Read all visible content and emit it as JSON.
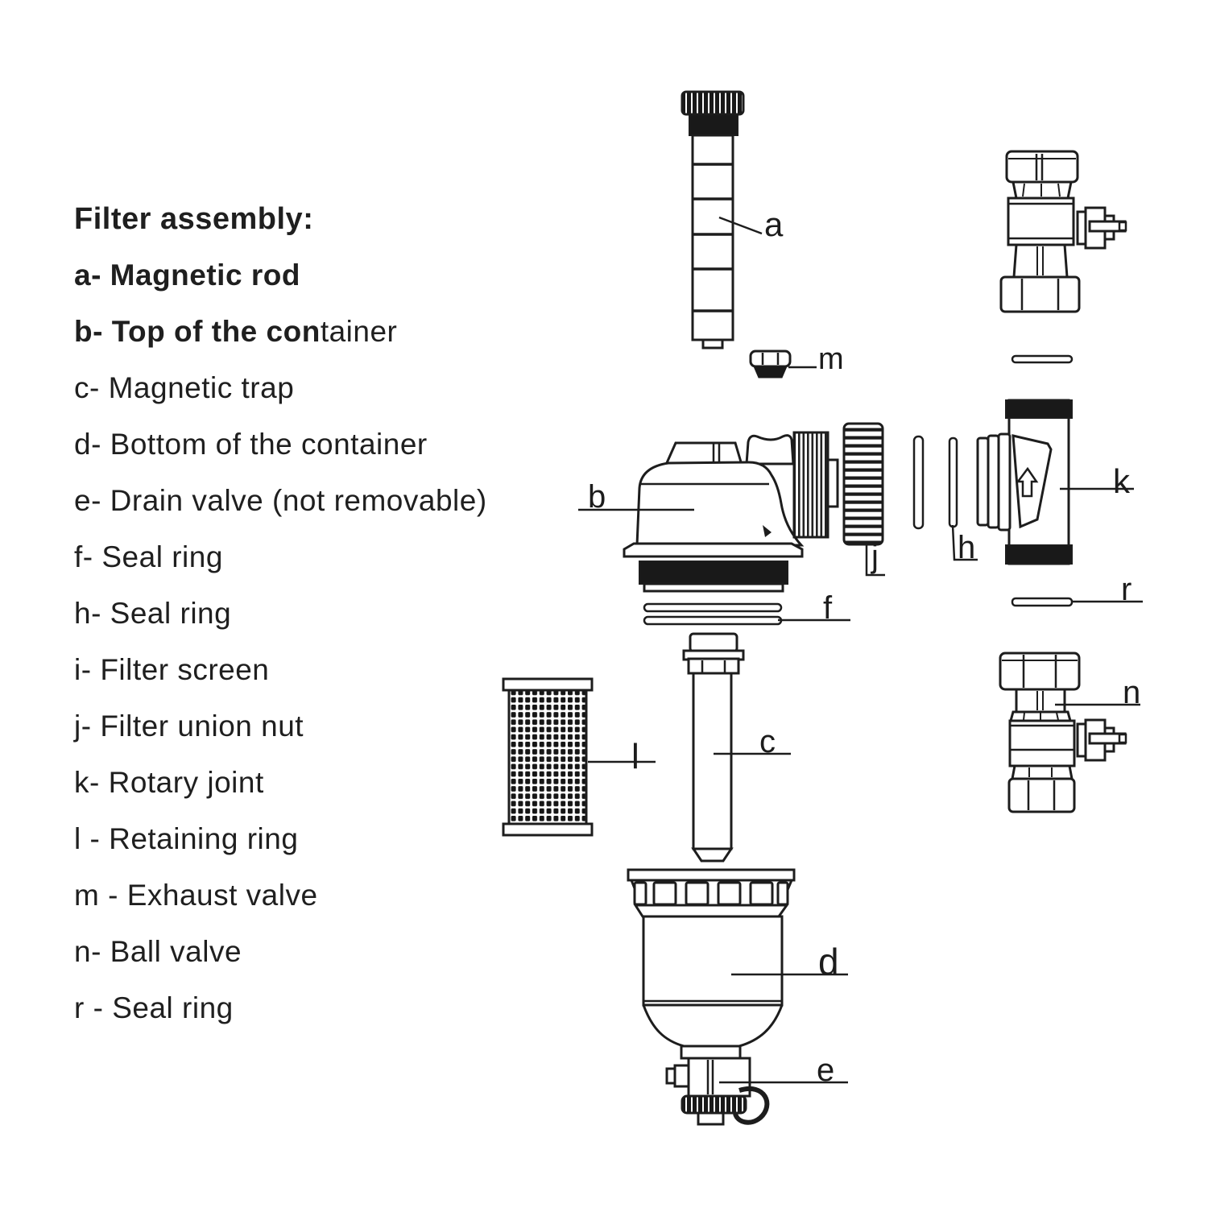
{
  "page": {
    "background": "#ffffff",
    "ink": "#1d1d1d"
  },
  "legend": {
    "title": "Filter assembly:",
    "items": [
      {
        "bold": "a- Magnetic rod",
        "rest": ""
      },
      {
        "bold": "b- Top of the con",
        "rest": "tainer"
      },
      {
        "bold": "",
        "rest": "c- Magnetic trap"
      },
      {
        "bold": "",
        "rest": "d- Bottom of the container"
      },
      {
        "bold": "",
        "rest": "e- Drain valve (not removable)"
      },
      {
        "bold": "",
        "rest": "f- Seal ring"
      },
      {
        "bold": "",
        "rest": "h- Seal ring"
      },
      {
        "bold": "",
        "rest": "i- Filter screen"
      },
      {
        "bold": "",
        "rest": "j- Filter union nut"
      },
      {
        "bold": "",
        "rest": "k- Rotary joint"
      },
      {
        "bold": "",
        "rest": "l - Retaining ring"
      },
      {
        "bold": "",
        "rest": "m - Exhaust valve"
      },
      {
        "bold": "",
        "rest": "n- Ball valve"
      },
      {
        "bold": "",
        "rest": "r - Seal ring"
      }
    ]
  },
  "diagram": {
    "labels": {
      "a": "a",
      "b": "b",
      "c": "c",
      "d": "d",
      "e": "e",
      "f": "f",
      "h": "h",
      "j": "j",
      "k": "k",
      "l": "l",
      "m": "m",
      "n": "n",
      "r": "r"
    }
  }
}
